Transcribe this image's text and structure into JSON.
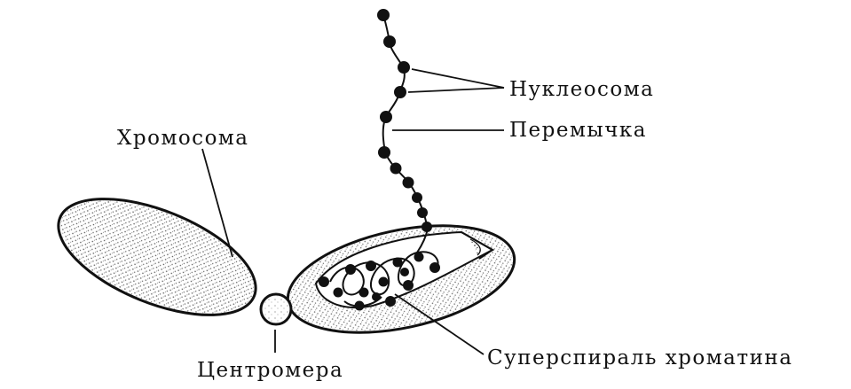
{
  "labels": {
    "chromosome": "Хромосома",
    "nucleosome": "Нуклеосома",
    "linker": "Перемычка",
    "centromere": "Центромера",
    "supercoil": "Суперспираль хроматина"
  },
  "colors": {
    "ink": "#111111",
    "fill": "#ffffff"
  }
}
